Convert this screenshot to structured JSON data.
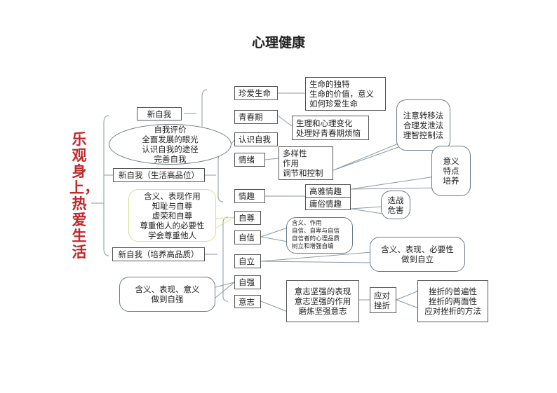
{
  "title": "心理健康",
  "root": "乐观身上，热爱生活",
  "branches": {
    "b1": "新自我",
    "b1_note": [
      "自我评价",
      "全面发展的眼光",
      "认识自我的途径",
      "完善自我"
    ],
    "b2": "新自我（生活高品位）",
    "b2_note": [
      "含义、表现作用",
      "知耻与自尊",
      "虚荣和自尊",
      "尊重他人的必要性",
      "学会尊重他人"
    ],
    "b3": "新自我（培养高品质）",
    "b3_note": [
      "含义、表现、意义",
      "做到自强"
    ]
  },
  "nodes": {
    "cherish": "珍爱生命",
    "cherish_detail": [
      "生命的独特",
      "生命的价值，意义",
      "如何珍爱生命"
    ],
    "youth": "青春期",
    "youth_detail": [
      "生理和心理变化",
      "处理好青春期烦恼"
    ],
    "know": "认识自我",
    "emotion": "情绪",
    "emotion_detail": [
      "多样性",
      "作用",
      "调节和控制"
    ],
    "emotion_methods": [
      "注意转移法",
      "合理发泄法",
      "理智控制法"
    ],
    "interest": "情趣",
    "elegant": "高雅情趣",
    "vulgar": "庸俗情趣",
    "elegant_note": [
      "意义",
      "特点",
      "培养"
    ],
    "vulgar_note": [
      "迭战",
      "危害"
    ],
    "esteem": "自尊",
    "confidence": "自信",
    "confidence_note": [
      "含义、作用",
      "自信、自卑与自信",
      "自信者的心理品质",
      "树立和增强自编"
    ],
    "independence": "自立",
    "independence_note": [
      "含义、表现、必要性",
      "做到自立"
    ],
    "strong": "自强",
    "will": "意志",
    "will_detail": [
      "意志坚强的表现",
      "意志坚强的作用",
      "磨炼坚强意志"
    ],
    "frustration": [
      "应对",
      "挫折"
    ],
    "frustration_detail": [
      "挫折的普遍性",
      "挫折的两面性",
      "应对挫折的方法"
    ]
  }
}
